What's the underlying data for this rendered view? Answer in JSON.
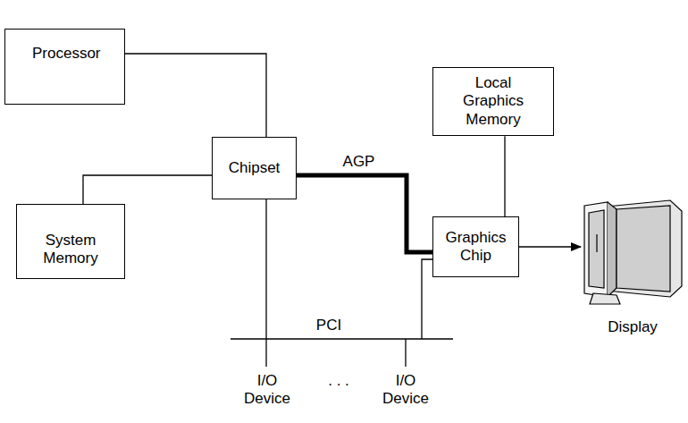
{
  "diagram": {
    "nodes": [
      {
        "text": [
          "Processor"
        ]
      },
      {
        "text": [
          "Local Graphics Memory"
        ]
      },
      {
        "text": [
          "Chipset"
        ]
      },
      {
        "text": [
          "System Memory"
        ]
      },
      {
        "text": [
          "Graphics Chip"
        ]
      },
      {
        "text": [
          "Display"
        ]
      }
    ],
    "edges": [
      {
        "from": 0,
        "to": 2,
        "arrow": "none"
      },
      {
        "from": 2,
        "to": 3,
        "arrow": "none"
      },
      {
        "from": 2,
        "to": 4,
        "label": "AGP",
        "arrow": "none"
      },
      {
        "from": 1,
        "to": 4,
        "arrow": "none"
      },
      {
        "from": 4,
        "to": 5,
        "arrow": "to"
      }
    ],
    "labels": [
      "PCI",
      "I/O Device",
      ". . .",
      "I/O Device"
    ]
  }
}
